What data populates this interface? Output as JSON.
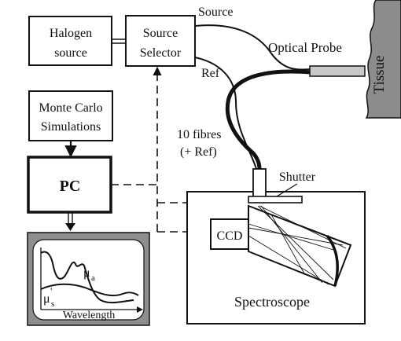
{
  "boxes": {
    "halogen": [
      "Halogen",
      "source"
    ],
    "selector": [
      "Source",
      "Selector"
    ],
    "monte_carlo": [
      "Monte Carlo",
      "Simulations"
    ],
    "pc": "PC",
    "ccd": "CCD"
  },
  "labels": {
    "source": "Source",
    "ref": "Ref",
    "optical_probe": "Optical Probe",
    "tissue": "Tissue",
    "fibres": [
      "10 fibres",
      "(+ Ref)"
    ],
    "shutter": "Shutter",
    "spectroscope": "Spectroscope"
  },
  "monitor": {
    "mu_a": "μ",
    "mu_a_sub": "a",
    "mu_s": "μ",
    "mu_s_sub": "s",
    "mu_s_prime": "'",
    "x_axis": "Wavelength"
  },
  "colors": {
    "line": "#111111",
    "tissue": "#8c8c8c",
    "monitor_frame": "#8e8e8e",
    "probe": "#c8c8c8"
  }
}
